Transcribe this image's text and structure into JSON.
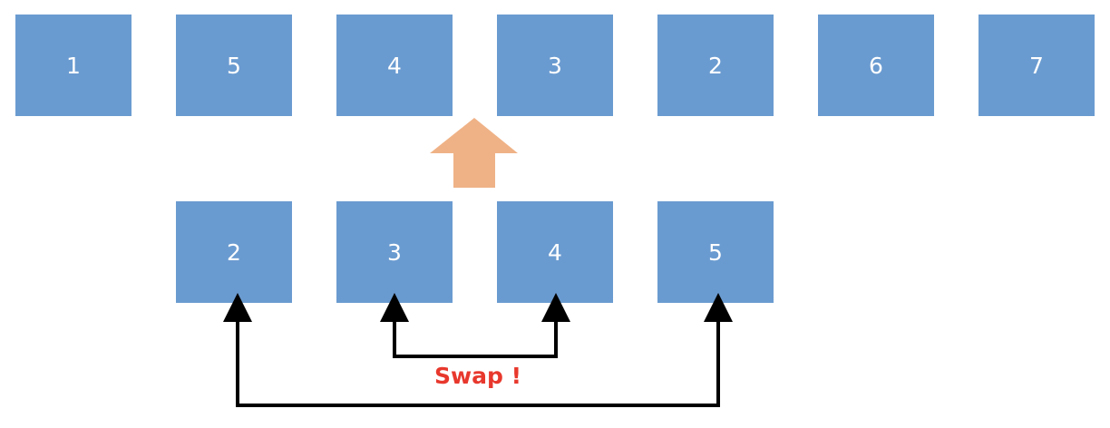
{
  "top_row": {
    "values": [
      "1",
      "5",
      "4",
      "3",
      "2",
      "6",
      "7"
    ]
  },
  "bottom_row": {
    "values": [
      "2",
      "3",
      "4",
      "5"
    ]
  },
  "swap_label": "Swap !",
  "colors": {
    "box_fill": "#6a9bd0",
    "box_text": "#ffffff",
    "up_arrow": "#efb286",
    "connector": "#000000",
    "swap_text": "#e8382d"
  },
  "icons": {
    "up_arrow": "up-arrow-icon",
    "bracket_arrows": "bracket-arrow-icon"
  }
}
